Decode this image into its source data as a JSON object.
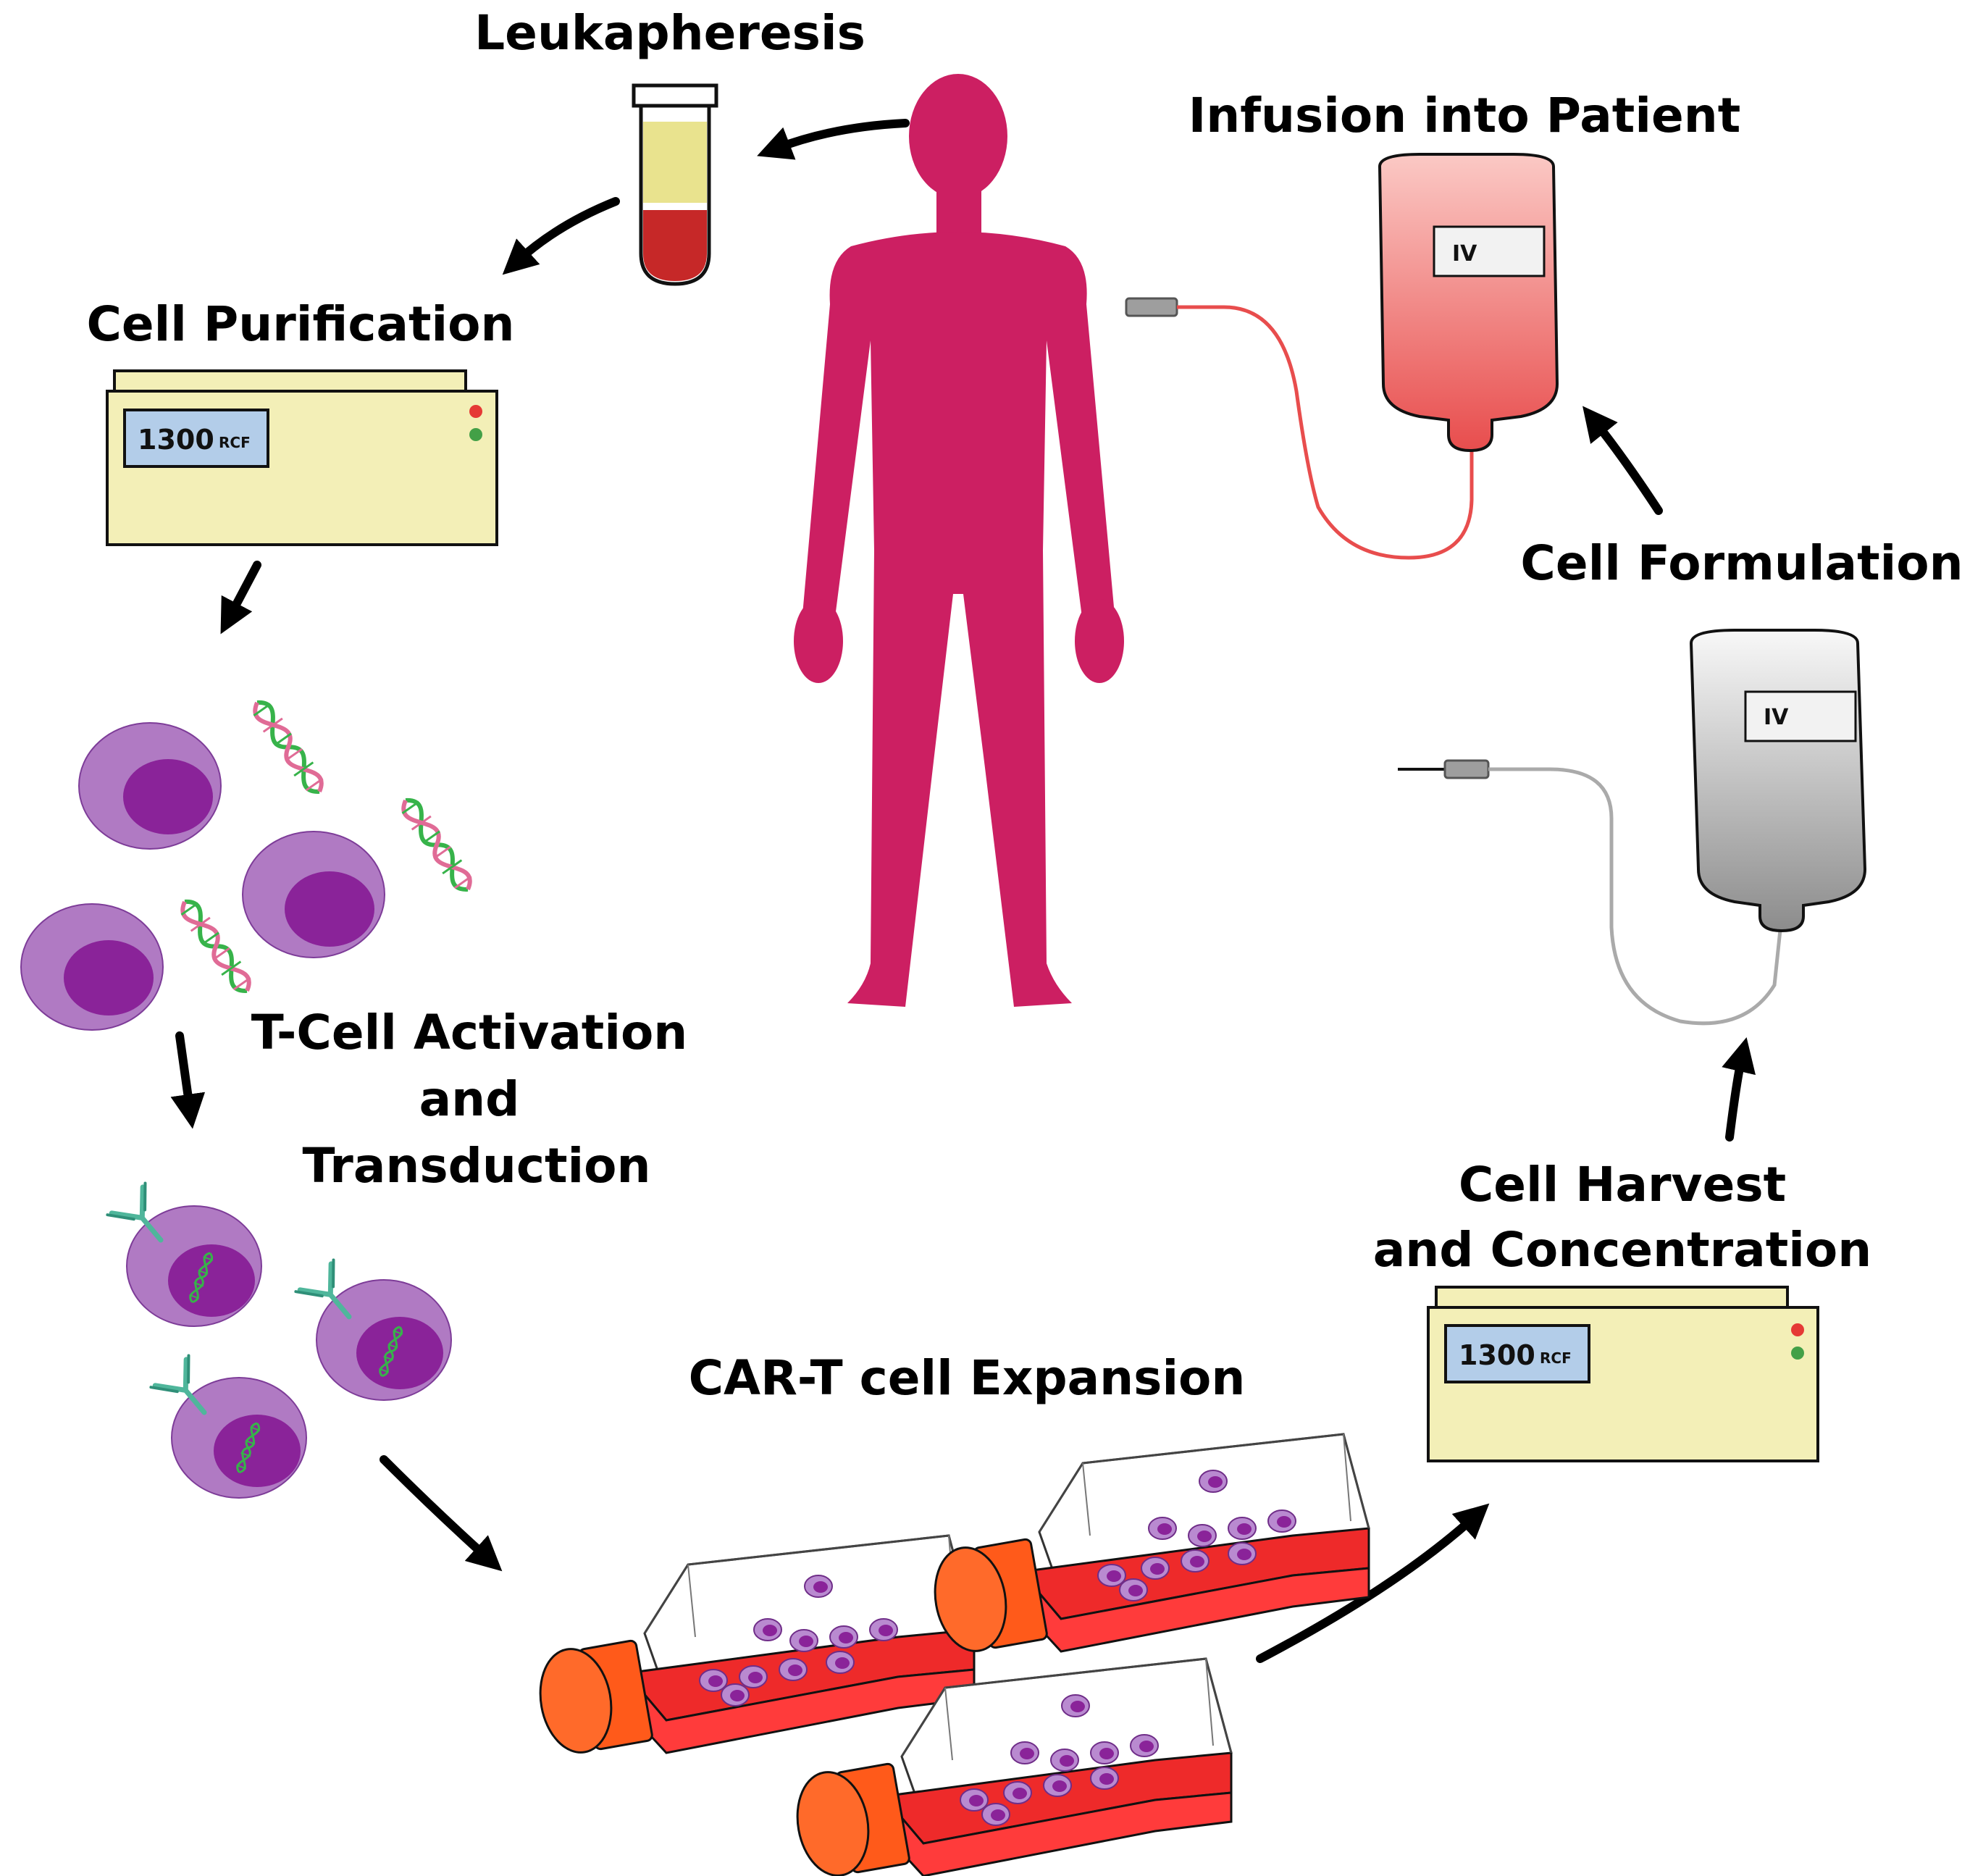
{
  "steps": {
    "leukapheresis": "Leukapheresis",
    "infusion": "Infusion into Patient",
    "purification": "Cell Purification",
    "formulation": "Cell Formulation",
    "activation_line1": "T-Cell Activation",
    "activation_line2": "and",
    "activation_line3": "Transduction",
    "harvest_line1": "Cell Harvest",
    "harvest_line2": "and Concentration",
    "expansion": "CAR-T cell Expansion"
  },
  "centrifuge_top": {
    "value": "1300",
    "unit": "RCF"
  },
  "centrifuge_bottom": {
    "value": "1300",
    "unit": "RCF"
  },
  "iv_bag_red": {
    "label": "IV"
  },
  "iv_bag_gray": {
    "label": "IV"
  },
  "colors": {
    "patient": "#cc1f62",
    "plasma": "#e9e38e",
    "blood": "#c62828",
    "machine": "#f3efb7",
    "display": "#b3cde9",
    "cell_outer": "#b07ac3",
    "cell_nucleus": "#8a2399",
    "flask_medium": "#ee2a2a",
    "flask_cap": "#ff5a1a",
    "dna_green": "#37b34a",
    "dna_pink": "#e06b96"
  }
}
